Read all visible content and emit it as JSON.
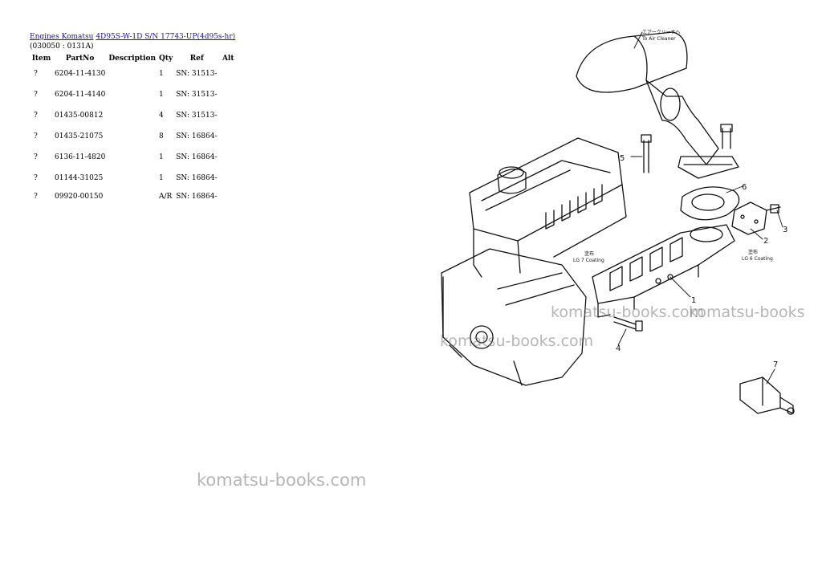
{
  "breadcrumb": {
    "link1": "Engines Komatsu",
    "link2": "4D95S-W-1D S/N 17743-UP(4d95s-hr)"
  },
  "subcode": "(030050 : 0131A)",
  "table": {
    "headers": [
      "Item",
      "PartNo",
      "Description",
      "Qty",
      "Ref",
      "Alt"
    ],
    "rows": [
      {
        "item": "?",
        "part": "6204-11-4130",
        "desc": "",
        "qty": "1",
        "ref": "SN: 31513-",
        "alt": ""
      },
      {
        "item": "?",
        "part": "6204-11-4140",
        "desc": "",
        "qty": "1",
        "ref": "SN: 31513-",
        "alt": ""
      },
      {
        "item": "?",
        "part": "01435-00812",
        "desc": "",
        "qty": "4",
        "ref": "SN: 31513-",
        "alt": ""
      },
      {
        "item": "?",
        "part": "01435-21075",
        "desc": "",
        "qty": "8",
        "ref": "SN: 16864-",
        "alt": ""
      },
      {
        "item": "?",
        "part": "6136-11-4820",
        "desc": "",
        "qty": "1",
        "ref": "SN: 16864-",
        "alt": ""
      },
      {
        "item": "?",
        "part": "01144-31025",
        "desc": "",
        "qty": "1",
        "ref": "SN: 16864-",
        "alt": ""
      },
      {
        "item": "?",
        "part": "09920-00150",
        "desc": "",
        "qty": "A/R",
        "ref": "SN: 16864-",
        "alt": ""
      }
    ]
  },
  "diagram": {
    "top_note": "エアークリーナへ",
    "top_note_en": "To Air Cleaner",
    "left_note_jp": "塗布",
    "left_note": "LG 7 Coating",
    "right_note_jp": "塗布",
    "right_note": "LG 6 Coating",
    "callouts": [
      "1",
      "2",
      "3",
      "4",
      "5",
      "6",
      "7"
    ]
  },
  "watermarks": [
    "komatsu-books.com",
    "komatsu-books",
    "komatsu-books.com",
    "komatsu-books.com"
  ]
}
